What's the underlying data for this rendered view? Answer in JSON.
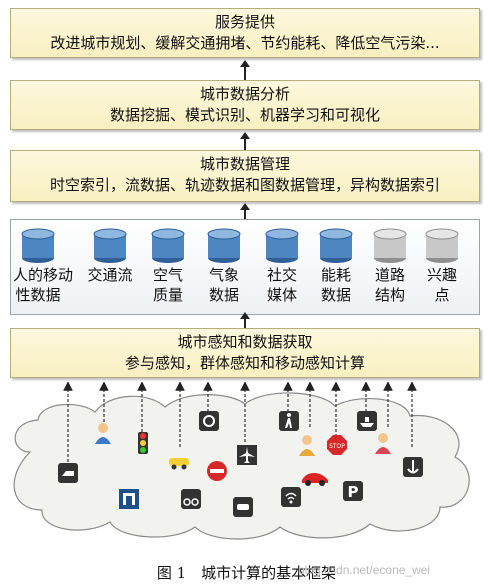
{
  "layers": {
    "service": {
      "title": "服务提供",
      "subtitle": "改进城市规划、缓解交通拥堵、节约能耗、降低空气污染..."
    },
    "analysis": {
      "title": "城市数据分析",
      "subtitle": "数据挖掘、模式识别、机器学习和可视化"
    },
    "management": {
      "title": "城市数据管理",
      "subtitle": "时空索引，流数据、轨迹数据和图数据管理，异构数据索引"
    },
    "sensing": {
      "title": "城市感知和数据获取",
      "subtitle": "参与感知，群体感知和移动感知计算"
    }
  },
  "datasets": [
    {
      "line1": "人的移动",
      "line2": "性数据",
      "color": "blue"
    },
    {
      "line1": "交通流",
      "line2": "",
      "color": "blue"
    },
    {
      "line1": "空气",
      "line2": "质量",
      "color": "blue"
    },
    {
      "line1": "气象",
      "line2": "数据",
      "color": "blue"
    },
    {
      "line1": "社交",
      "line2": "媒体",
      "color": "blue"
    },
    {
      "line1": "能耗",
      "line2": "数据",
      "color": "blue"
    },
    {
      "line1": "道路",
      "line2": "结构",
      "color": "gray"
    },
    {
      "line1": "兴趣",
      "line2": "点",
      "color": "gray"
    }
  ],
  "sensors": [
    "vehicle-sensor-icon",
    "person-icon",
    "traffic-light-icon",
    "taxi-icon",
    "weather-sensor-icon",
    "no-entry-icon",
    "airplane-icon",
    "pedestrian-icon",
    "person-icon",
    "stop-sign-icon",
    "car-icon",
    "ship-icon",
    "person-icon",
    "anchor-icon",
    "elevator-icon",
    "bicycle-icon",
    "parking-icon",
    "wifi-sensor-icon",
    "sensor-device-icon"
  ],
  "caption": "图 1　城市计算的基本框架",
  "watermark": "blog.csdn.net/econe_wei",
  "colors": {
    "layer_fill": "#f8efc0",
    "db_blue": "#4e86c2",
    "db_gray": "#c8c8c8",
    "cloud": "#f2f2ef"
  }
}
